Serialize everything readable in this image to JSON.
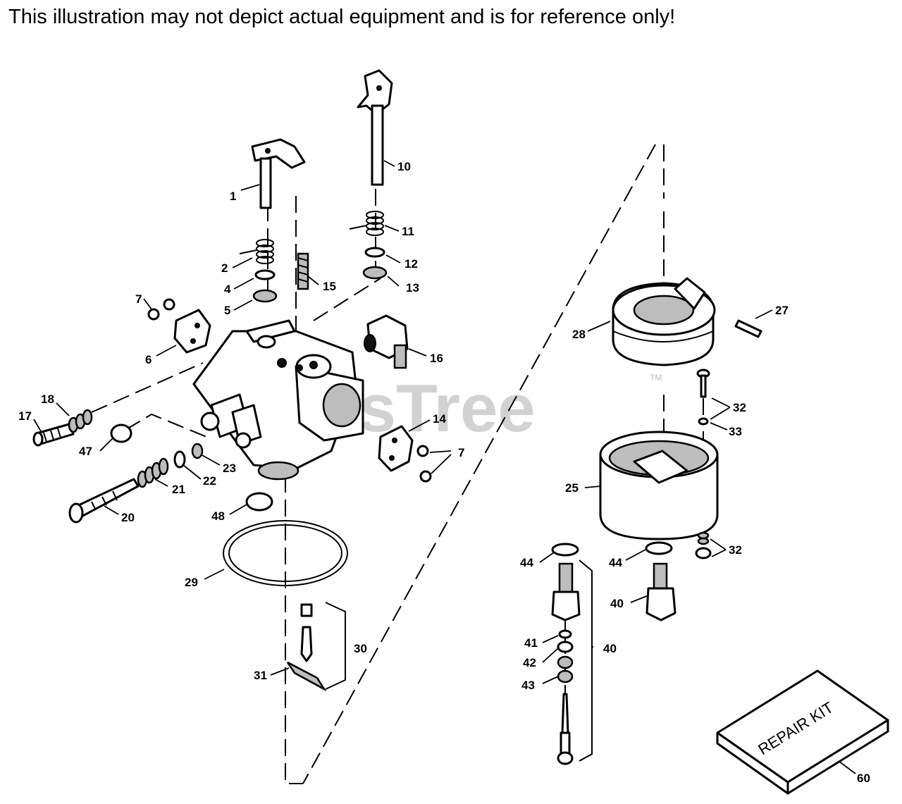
{
  "disclaimer": "This illustration may not depict actual equipment and is for reference only!",
  "watermark": "PartsTree",
  "trademark": "TM",
  "repair_kit_label": "REPAIR KIT",
  "callouts": [
    {
      "id": "c1",
      "text": "1"
    },
    {
      "id": "c2",
      "text": "2"
    },
    {
      "id": "c4",
      "text": "4"
    },
    {
      "id": "c5",
      "text": "5"
    },
    {
      "id": "c6",
      "text": "6"
    },
    {
      "id": "c7a",
      "text": "7"
    },
    {
      "id": "c7b",
      "text": "7"
    },
    {
      "id": "c10",
      "text": "10"
    },
    {
      "id": "c11",
      "text": "11"
    },
    {
      "id": "c12",
      "text": "12"
    },
    {
      "id": "c13",
      "text": "13"
    },
    {
      "id": "c14",
      "text": "14"
    },
    {
      "id": "c15",
      "text": "15"
    },
    {
      "id": "c16",
      "text": "16"
    },
    {
      "id": "c17",
      "text": "17"
    },
    {
      "id": "c18",
      "text": "18"
    },
    {
      "id": "c20",
      "text": "20"
    },
    {
      "id": "c21",
      "text": "21"
    },
    {
      "id": "c22",
      "text": "22"
    },
    {
      "id": "c23",
      "text": "23"
    },
    {
      "id": "c25",
      "text": "25"
    },
    {
      "id": "c27",
      "text": "27"
    },
    {
      "id": "c28",
      "text": "28"
    },
    {
      "id": "c29",
      "text": "29"
    },
    {
      "id": "c30",
      "text": "30"
    },
    {
      "id": "c31",
      "text": "31"
    },
    {
      "id": "c32a",
      "text": "32"
    },
    {
      "id": "c32b",
      "text": "32"
    },
    {
      "id": "c33",
      "text": "33"
    },
    {
      "id": "c40a",
      "text": "40"
    },
    {
      "id": "c40b",
      "text": "40"
    },
    {
      "id": "c41",
      "text": "41"
    },
    {
      "id": "c42",
      "text": "42"
    },
    {
      "id": "c43",
      "text": "43"
    },
    {
      "id": "c44a",
      "text": "44"
    },
    {
      "id": "c44b",
      "text": "44"
    },
    {
      "id": "c47",
      "text": "47"
    },
    {
      "id": "c48",
      "text": "48"
    },
    {
      "id": "c60",
      "text": "60"
    }
  ]
}
